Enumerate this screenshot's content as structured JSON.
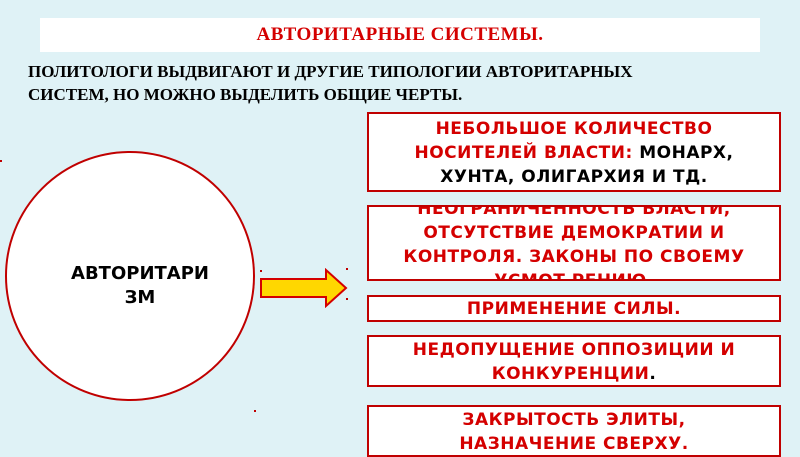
{
  "slide": {
    "title": "АВТОРИТАРНЫЕ  СИСТЕМЫ.",
    "intro_line1": "ПОЛИТОЛОГИ  ВЫДВИГАЮТ И ДРУГИЕ  ТИПОЛОГИИ АВТОРИТАРНЫХ",
    "intro_line2": "СИСТЕМ, НО МОЖНО ВЫДЕЛИТЬ ОБЩИЕ ЧЕРТЫ.",
    "circle_line1": "АВТОРИТАРИ",
    "circle_line2": "ЗМ",
    "boxes": [
      {
        "line1": "НЕБОЛЬШОЕ  КОЛИЧЕСТВО",
        "line2_red": "НОСИТЕЛЕЙ  ВЛАСТИ: ",
        "line2_black": " МОНАРХ,",
        "line3_black": "ХУНТА, ОЛИГАРХИЯ И ТД."
      },
      {
        "line1": "НЕОГРАНИЧЕННОСТЬ ВЛАСТИ,",
        "line2": "ОТСУТСТВИЕ ДЕМОКРАТИИ И",
        "line3": "КОНТРОЛЯ. ЗАКОНЫ ПО СВОЕМУ",
        "line4": "УСМОТ РЕНИЮ."
      },
      {
        "line1": "ПРИМЕНЕНИЕ  СИЛЫ."
      },
      {
        "line1": "НЕДОПУЩЕНИЕ  ОППОЗИЦИИ И",
        "line2_red": "КОНКУРЕНЦИИ",
        "line2_black": "."
      },
      {
        "line1": "ЗАКРЫТОСТЬ ЭЛИТЫ,",
        "line2": "НАЗНАЧЕНИЕ СВЕРХУ."
      }
    ]
  },
  "colors": {
    "background": "#dff2f6",
    "accent_red": "#d40000",
    "arrow_fill": "#ffd700",
    "arrow_stroke": "#d40000"
  },
  "icons": {
    "arrow": "right-arrow-icon"
  }
}
